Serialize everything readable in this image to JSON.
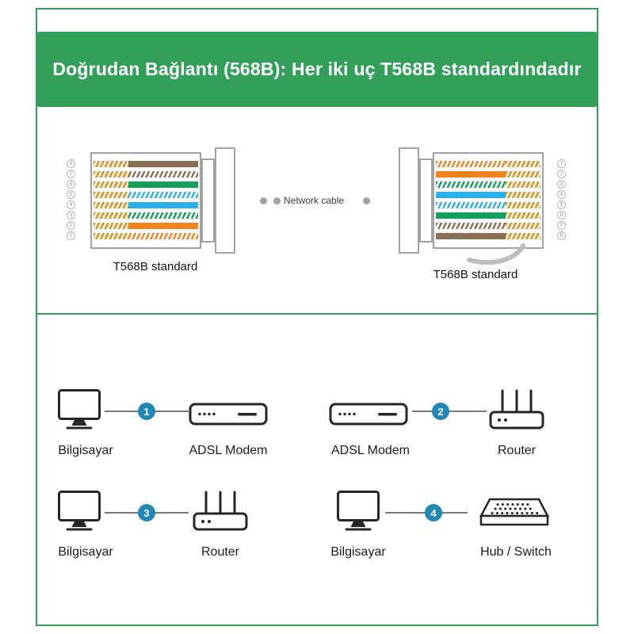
{
  "colors": {
    "brand_green": "#33a05a",
    "badge_blue": "#2188b5",
    "pair_tan": "#c39a43",
    "pair_tan_bg": "#f6ecca",
    "connector_gray": "#a2a2a2"
  },
  "header": {
    "title": "Doğrudan Bağlantı (568B): Her iki uç T568B standardındadır"
  },
  "cable": {
    "standard_label_left": "T568B standard",
    "standard_label_right": "T568B standard",
    "network_label": "Network cable",
    "pins_left": [
      "8",
      "7",
      "6",
      "5",
      "4",
      "3",
      "2",
      "1"
    ],
    "pins_right": [
      "1",
      "2",
      "3",
      "4",
      "5",
      "6",
      "7",
      "8"
    ],
    "wires": [
      {
        "name": "white-orange",
        "color": "#f0831e",
        "striped": true
      },
      {
        "name": "orange",
        "color": "#f0831e",
        "striped": false
      },
      {
        "name": "white-green",
        "color": "#12a05a",
        "striped": true
      },
      {
        "name": "blue",
        "color": "#2bb0e8",
        "striped": false
      },
      {
        "name": "white-blue",
        "color": "#2bb0e8",
        "striped": true
      },
      {
        "name": "green",
        "color": "#12a05a",
        "striped": false
      },
      {
        "name": "white-brown",
        "color": "#8a6f55",
        "striped": true
      },
      {
        "name": "brown",
        "color": "#8a6f55",
        "striped": false
      }
    ]
  },
  "connections": [
    {
      "number": "1",
      "left_label": "Bilgisayar",
      "right_label": "ADSL Modem"
    },
    {
      "number": "2",
      "left_label": "ADSL Modem",
      "right_label": "Router"
    },
    {
      "number": "3",
      "left_label": "Bilgisayar",
      "right_label": "Router"
    },
    {
      "number": "4",
      "left_label": "Bilgisayar",
      "right_label": "Hub / Switch"
    }
  ]
}
